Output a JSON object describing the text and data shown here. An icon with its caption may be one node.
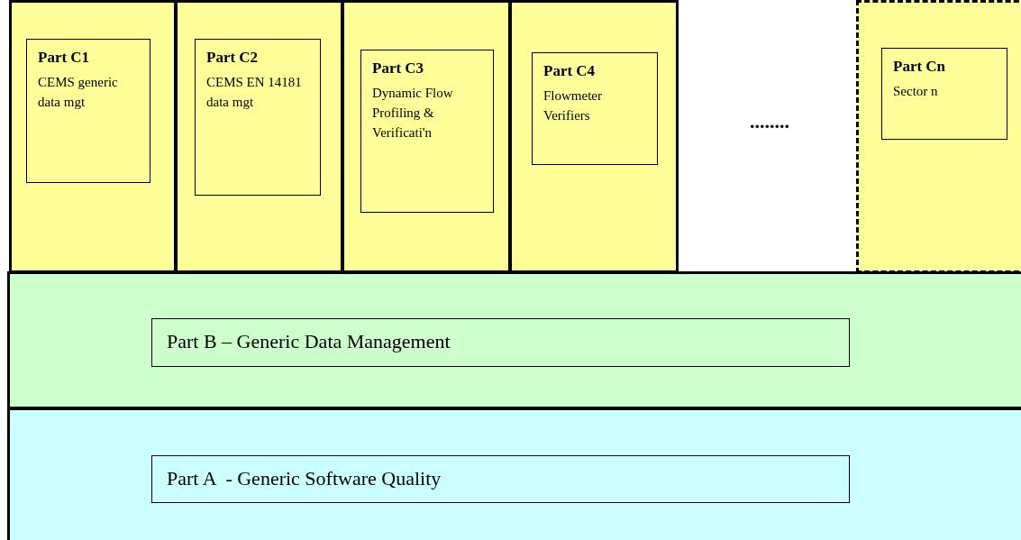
{
  "diagram": {
    "nodes": [
      {
        "text": [],
        "shape": "box"
      },
      {
        "text": [
          "Part C1",
          "CEMS generic data mgt"
        ],
        "in": 0
      },
      {
        "text": [],
        "shape": "box"
      },
      {
        "text": [
          "Part C2",
          "CEMS EN 14181 data mgt"
        ],
        "in": 2
      },
      {
        "text": [],
        "shape": "box"
      },
      {
        "text": [
          "Part C3",
          "Dynamic Flow Profiling & Verificati'n"
        ],
        "in": 4
      },
      {
        "text": [],
        "shape": "box"
      },
      {
        "text": [
          "Part C4",
          "Flowmeter Verifiers"
        ],
        "in": 6
      },
      {
        "text": [],
        "shape": "box"
      },
      {
        "text": [
          "Part Cn",
          "Sector n"
        ],
        "in": 8
      },
      {
        "text": [],
        "shape": "box"
      },
      {
        "text": [
          "Part B – Generic Data Management"
        ],
        "in": 10
      },
      {
        "text": [],
        "shape": "box"
      },
      {
        "text": [
          "Part A  - Generic Software Quality"
        ],
        "in": 12
      }
    ],
    "labels": [
      "........"
    ]
  }
}
